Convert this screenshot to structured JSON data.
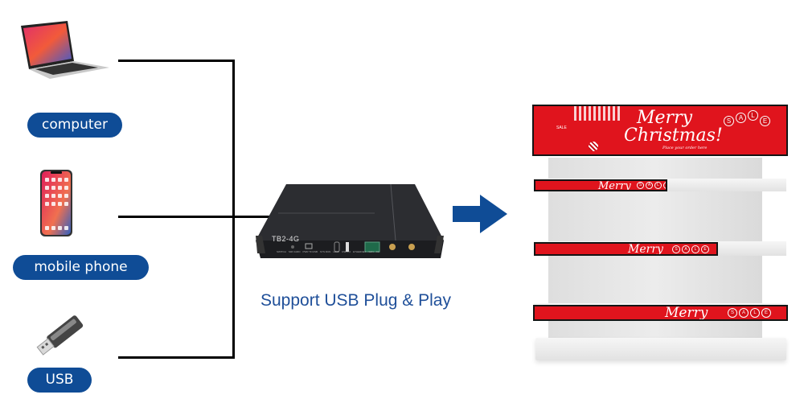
{
  "sources": [
    {
      "id": "computer",
      "label": "computer",
      "icon": "laptop-icon"
    },
    {
      "id": "mobile",
      "label": "mobile phone",
      "icon": "smartphone-icon"
    },
    {
      "id": "usb",
      "label": "USB",
      "icon": "usb-drive-icon"
    }
  ],
  "device": {
    "model": "TB2-4G",
    "ports": [
      "SWITCH",
      "SIM CARD",
      "PWR TF/USB",
      "SYS RUN",
      "HDMI",
      "USB 2.0",
      "ETHERNET",
      "WIFI",
      "4G"
    ]
  },
  "caption": "Support USB Plug & Play",
  "arrow_icon": "arrow-right-icon",
  "display": {
    "banner_title_line1": "Merry",
    "banner_title_line2": "Christmas!",
    "banner_subtitle": "Place your order here",
    "sale_letters": [
      "S",
      "A",
      "L",
      "E"
    ],
    "small_banner_text": "Merry",
    "sale_badge": "SALE"
  },
  "colors": {
    "pill": "#0f4c96",
    "caption": "#1f4f99",
    "arrow": "#0f4c96",
    "banner": "#e0141d",
    "connector": "#000000"
  }
}
